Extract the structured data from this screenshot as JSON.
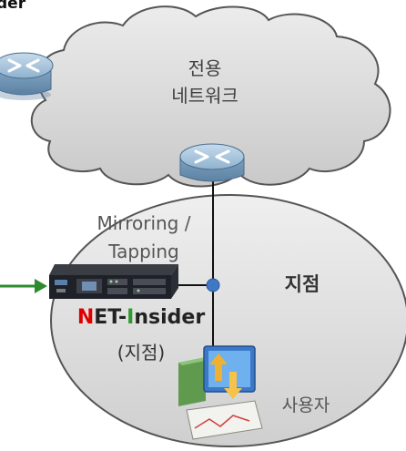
{
  "title_fragment": "der",
  "cloud": {
    "line1": "전용",
    "line2": "네트워크"
  },
  "mirroring": {
    "line1": "Mirroring /",
    "line2": "Tapping"
  },
  "branch": {
    "label": "지점"
  },
  "product": {
    "letter_n": "N",
    "part_et": "ET-",
    "letter_i": "I",
    "part_nsider": "nsider",
    "subtitle": "(지점)"
  },
  "user": {
    "label": "사용자"
  },
  "colors": {
    "cloud_fill": "#d6d6d6",
    "ellipse_fill": "#dcdcdc",
    "router_blue": "#8fb2cf",
    "tap_dot": "#3f78c5",
    "arrow_green": "#2e8b2e",
    "red_letter": "#e00000",
    "green_letter": "#2f9a2f"
  },
  "icons": [
    "router-icon",
    "router-icon",
    "tap-point-icon",
    "appliance-icon",
    "user-computer-icon"
  ]
}
